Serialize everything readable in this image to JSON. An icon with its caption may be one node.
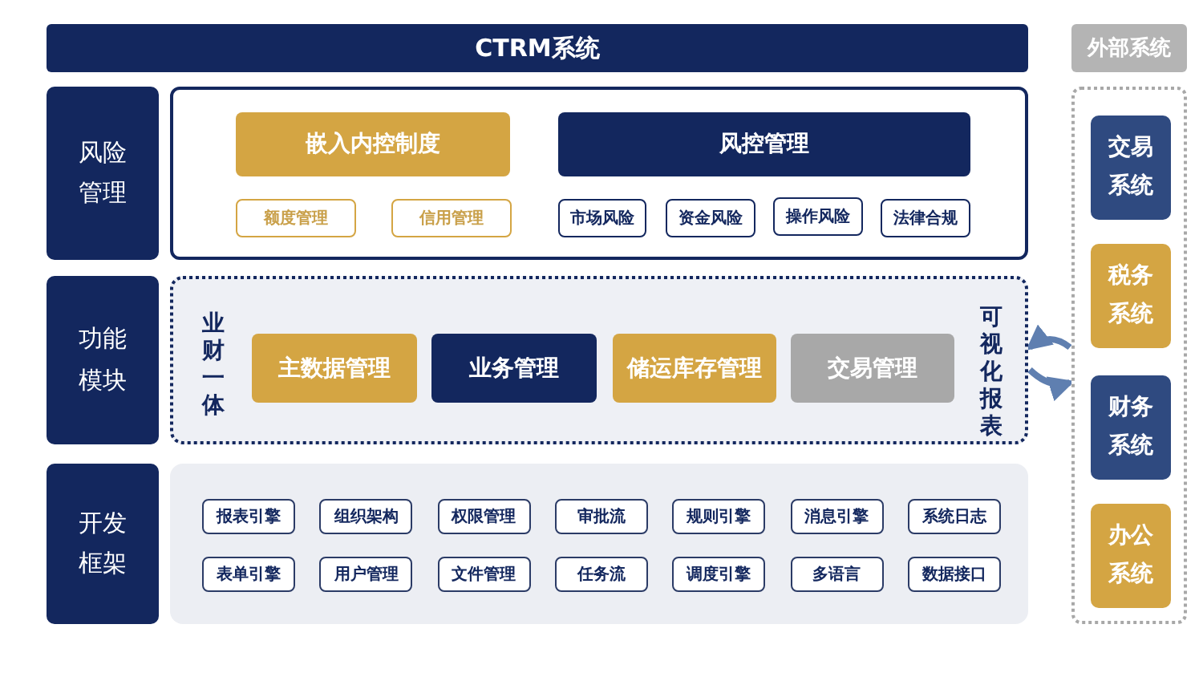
{
  "diagram": {
    "nodes": [
      {
        "text": [
          "CTRM系统"
        ]
      },
      {
        "text": [
          "风险管理"
        ]
      },
      {
        "text": [],
        "shape": "box"
      },
      {
        "text": [
          "嵌入内控制度"
        ],
        "in": 2
      },
      {
        "text": [
          "风控管理"
        ],
        "in": 2
      },
      {
        "text": [
          "额度管理"
        ],
        "in": 2
      },
      {
        "text": [
          "信用管理"
        ],
        "in": 2
      },
      {
        "text": [
          "市场风险"
        ],
        "in": 2
      },
      {
        "text": [
          "资金风险"
        ],
        "in": 2
      },
      {
        "text": [
          "操作风险"
        ],
        "in": 2
      },
      {
        "text": [
          "法律合规"
        ],
        "in": 2
      },
      {
        "text": [
          "功能模块"
        ]
      },
      {
        "text": [],
        "shape": "box"
      },
      {
        "text": [
          "主数据管理"
        ],
        "in": 12
      },
      {
        "text": [
          "业务管理"
        ],
        "in": 12
      },
      {
        "text": [
          "储运库存管理"
        ],
        "in": 12
      },
      {
        "text": [
          "交易管理"
        ],
        "in": 12
      },
      {
        "text": [
          "开发框架"
        ]
      },
      {
        "text": [],
        "shape": "box"
      },
      {
        "text": [
          "报表引擎"
        ],
        "in": 18
      },
      {
        "text": [
          "组织架构"
        ],
        "in": 18
      },
      {
        "text": [
          "权限管理"
        ],
        "in": 18
      },
      {
        "text": [
          "审批流"
        ],
        "in": 18
      },
      {
        "text": [
          "规则引擎"
        ],
        "in": 18
      },
      {
        "text": [
          "消息引擎"
        ],
        "in": 18
      },
      {
        "text": [
          "系统日志"
        ],
        "in": 18
      },
      {
        "text": [
          "表单引擎"
        ],
        "in": 18
      },
      {
        "text": [
          "用户管理"
        ],
        "in": 18
      },
      {
        "text": [
          "文件管理"
        ],
        "in": 18
      },
      {
        "text": [
          "任务流"
        ],
        "in": 18
      },
      {
        "text": [
          "调度引擎"
        ],
        "in": 18
      },
      {
        "text": [
          "多语言"
        ],
        "in": 18
      },
      {
        "text": [
          "数据接口"
        ],
        "in": 18
      },
      {
        "text": [
          "外部系统"
        ]
      },
      {
        "text": [],
        "shape": "box"
      },
      {
        "text": [
          "交易系统"
        ],
        "in": 34
      },
      {
        "text": [
          "税务系统"
        ],
        "in": 34
      },
      {
        "text": [
          "财务系统"
        ],
        "in": 34
      },
      {
        "text": [
          "办公系统"
        ],
        "in": 34
      }
    ],
    "edges": [
      {
        "from": 34,
        "to": 12,
        "arrow": "to",
        "color": "#5f7fb0"
      },
      {
        "from": 12,
        "to": 34,
        "arrow": "to",
        "color": "#5f7fb0"
      }
    ],
    "labels": [
      "业财一体",
      "可视化报表"
    ]
  }
}
